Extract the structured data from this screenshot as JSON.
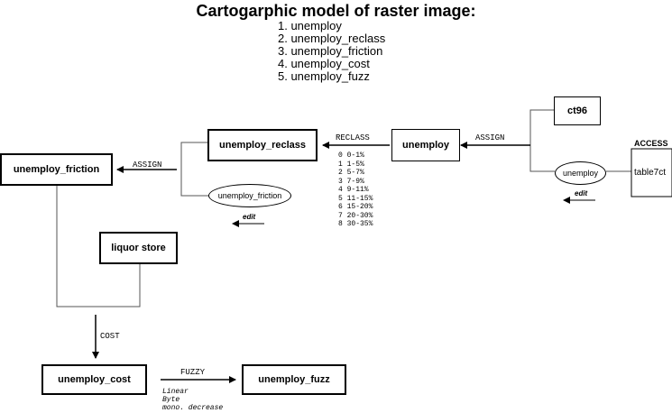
{
  "title": "Cartogarphic model of raster image:",
  "steps": [
    "1. unemploy",
    "2. unemploy_reclass",
    "3. unemploy_friction",
    "4. unemploy_cost",
    "5. unemploy_fuzz"
  ],
  "nodes": {
    "ct96": "ct96",
    "unemploy": "unemploy",
    "unemploy_reclass": "unemploy_reclass",
    "unemploy_friction": "unemploy_friction",
    "liquor_store": "liquor store",
    "unemploy_cost": "unemploy_cost",
    "unemploy_fuzz": "unemploy_fuzz"
  },
  "ovals": {
    "unemploy_attr": "unemploy",
    "unemploy_friction_attr": "unemploy_friction"
  },
  "access": {
    "label": "ACCESS",
    "table": "table7ct"
  },
  "operations": {
    "assign_top": "ASSIGN",
    "reclass": "RECLASS",
    "assign_left": "ASSIGN",
    "cost": "COST",
    "fuzzy": "FUZZY"
  },
  "edit_labels": {
    "right": "edit",
    "middle": "edit"
  },
  "reclass_table": [
    "0 0-1%",
    "1 1-5%",
    "2 5-7%",
    "3 7-9%",
    "4 9-11%",
    "5 11-15%",
    "6 15-20%",
    "7 20-30%",
    "8 30-35%"
  ],
  "fuzzy_options": [
    "Linear",
    "Byte",
    "mono. decrease"
  ]
}
